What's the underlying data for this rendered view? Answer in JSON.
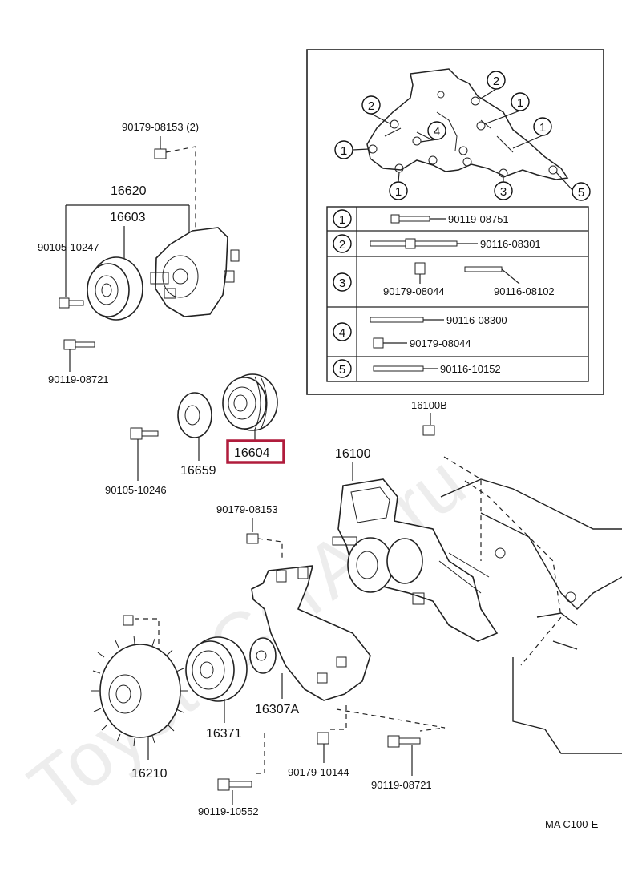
{
  "watermark": "ToyotaCarAll.ru",
  "diagram_code": "MA  C100-E",
  "highlight_color": "#b01c3c",
  "parts": {
    "bolt_top_left": "90179-08153 (2)",
    "idler_assy": "16620",
    "idler_pulley": "16603",
    "bolt_idler_left": "90105-10247",
    "bolt_idler_bottom": "90119-08721",
    "pulley_highlight": "16604",
    "plate": "16659",
    "bolt_pulley": "90105-10246",
    "nut_bracket_top": "90179-08153",
    "water_pump": "16100",
    "gasket": "16100B",
    "bracket": "16307A",
    "fan_pulley": "16371",
    "fluid_coupling": "16210",
    "bolt_bottom_left": "90119-10552",
    "nut_bottom_mid": "90179-10144",
    "bolt_bottom_right": "90119-08721"
  },
  "inset": {
    "callouts": [
      "1",
      "2",
      "3",
      "4",
      "5"
    ],
    "rows": [
      {
        "ref": "1",
        "parts": [
          "90119-08751"
        ]
      },
      {
        "ref": "2",
        "parts": [
          "90116-08301"
        ]
      },
      {
        "ref": "3",
        "parts": [
          "90179-08044",
          "90116-08102"
        ]
      },
      {
        "ref": "4",
        "parts": [
          "90116-08300",
          "90179-08044"
        ]
      },
      {
        "ref": "5",
        "parts": [
          "90116-10152"
        ]
      }
    ]
  }
}
